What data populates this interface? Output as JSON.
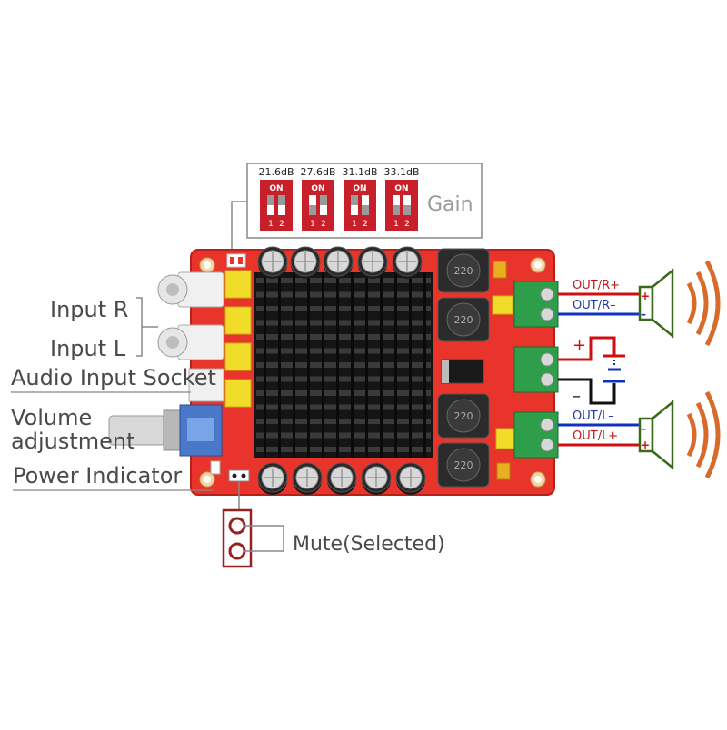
{
  "gain": {
    "title": "Gain",
    "switches": [
      {
        "db": "21.6dB",
        "on": "ON",
        "n1": "1",
        "n2": "2"
      },
      {
        "db": "27.6dB",
        "on": "ON",
        "n1": "1",
        "n2": "2"
      },
      {
        "db": "31.1dB",
        "on": "ON",
        "n1": "1",
        "n2": "2"
      },
      {
        "db": "33.1dB",
        "on": "ON",
        "n1": "1",
        "n2": "2"
      }
    ]
  },
  "labels": {
    "input_r": "Input R",
    "input_l": "Input L",
    "audio_input_socket": "Audio Input Socket",
    "volume_line1": "Volume",
    "volume_line2": "adjustment",
    "power_indicator": "Power Indicator",
    "mute": "Mute(Selected)"
  },
  "outputs": {
    "out_r_plus": "OUT/R+",
    "out_r_minus": "OUT/R–",
    "out_l_minus": "OUT/L–",
    "out_l_plus": "OUT/L+"
  },
  "power": {
    "plus": "+",
    "minus": "–"
  },
  "speaker_signs": {
    "plus": "+",
    "minus": "–"
  },
  "inductor_code": "220",
  "colors": {
    "pcb": "#e8342a",
    "heatsink": "#1a1a1a",
    "terminal": "#2e9e4a",
    "plus_wire": "#d01010",
    "minus_wire": "#1030c0",
    "speaker": "#3a6a1a",
    "sound_wave": "#d86a2a",
    "switch_red": "#c8202a"
  }
}
